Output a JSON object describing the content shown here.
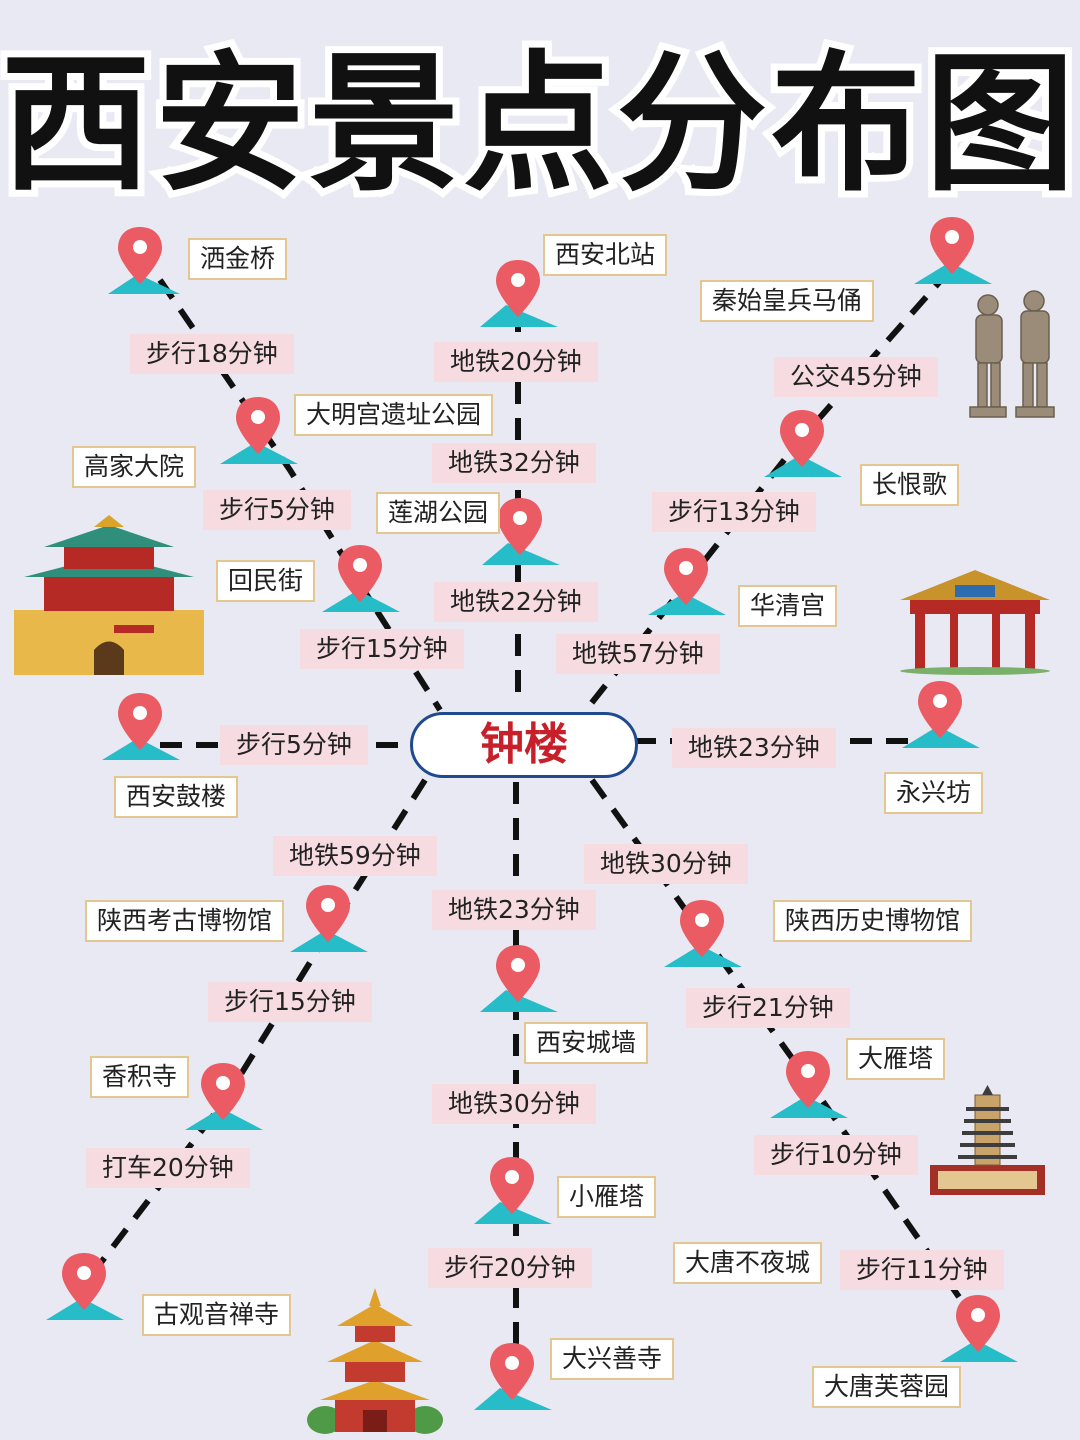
{
  "title": "西安景点分布图",
  "center": "钟楼",
  "places": {
    "jiujinqiao": "洒金桥",
    "daminggong": "大明宫遗址公园",
    "gaojiadayuan": "高家大院",
    "huiminjie": "回民街",
    "xianbeizhan": "西安北站",
    "lianhu": "莲湖公园",
    "bingmayong": "秦始皇兵马俑",
    "changhenge": "长恨歌",
    "huaqinggong": "华清宫",
    "gulou": "西安鼓楼",
    "yongxingfang": "永兴坊",
    "kaogu": "陕西考古博物馆",
    "xiangjisi": "香积寺",
    "guguanyin": "古观音禅寺",
    "chengqiang": "西安城墙",
    "xiaoyanta": "小雁塔",
    "daxingshansi": "大兴善寺",
    "lishi": "陕西历史博物馆",
    "dayanta": "大雁塔",
    "datangbuyecheng": "大唐不夜城",
    "furongyuan": "大唐芙蓉园"
  },
  "times": {
    "t1": "步行18分钟",
    "t2": "步行5分钟",
    "t3": "步行15分钟",
    "t4": "地铁20分钟",
    "t5": "地铁32分钟",
    "t6": "地铁22分钟",
    "t7": "公交45分钟",
    "t8": "步行13分钟",
    "t9": "地铁57分钟",
    "t10": "步行5分钟",
    "t11": "地铁23分钟",
    "t12": "地铁59分钟",
    "t13": "步行15分钟",
    "t14": "打车20分钟",
    "t15": "地铁23分钟",
    "t16": "地铁30分钟",
    "t17": "步行20分钟",
    "t18": "地铁30分钟",
    "t19": "步行21分钟",
    "t20": "步行10分钟",
    "t21": "步行11分钟"
  },
  "colors": {
    "pin": "#ea5b63",
    "pin_base": "#26bcc8",
    "route": "#111111",
    "center_border": "#1f4a8e",
    "center_text": "#c8202a",
    "time_bg": "#f6dce0",
    "place_border": "#e3c690"
  },
  "illustrations": [
    "terracotta-warriors-icon",
    "bell-tower-icon",
    "archway-icon",
    "pagoda-icon",
    "pavilion-icon"
  ]
}
